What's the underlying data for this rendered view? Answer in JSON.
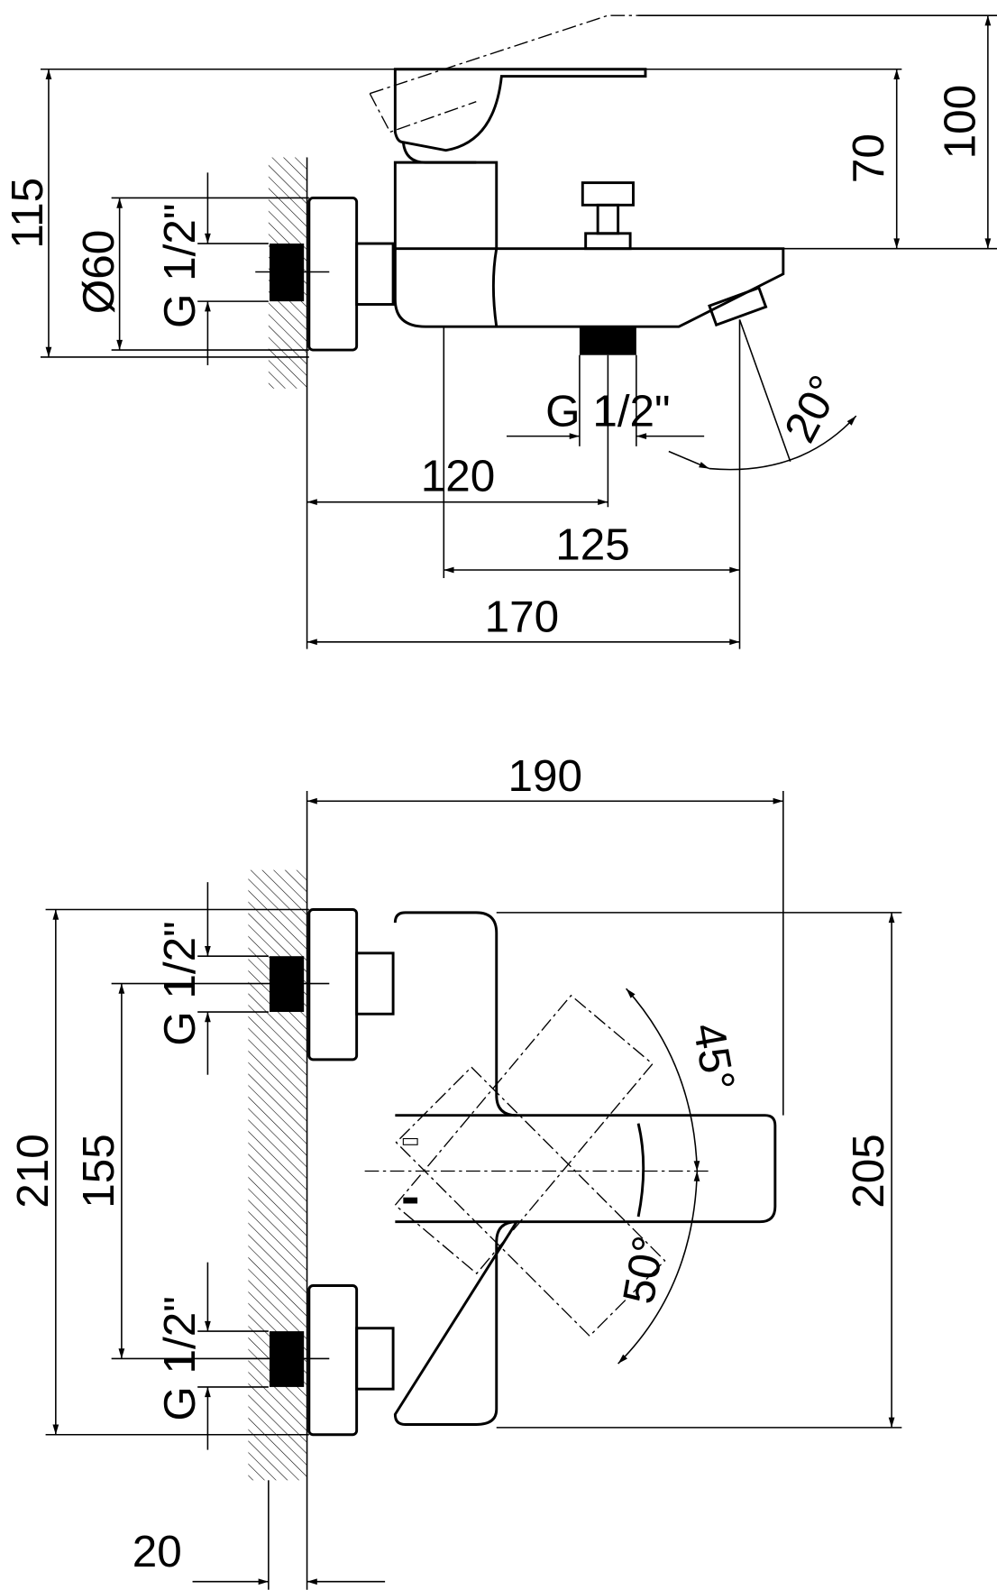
{
  "side_view": {
    "height_total": "115",
    "flange_diameter": "Ø60",
    "inlet_thread": "G 1/2\"",
    "lever_height": "70",
    "overall_height": "100",
    "outlet_thread": "G 1/2\"",
    "spout_angle": "20°",
    "dim_wall_to_outlet": "120",
    "dim_body_to_spout": "125",
    "dim_wall_to_spout": "170"
  },
  "top_view": {
    "overall_width": "190",
    "overall_length": "210",
    "inlet_spacing": "155",
    "body_length": "205",
    "inlet_thread_upper": "G 1/2\"",
    "inlet_thread_lower": "G 1/2\"",
    "lever_angle_up": "45°",
    "lever_angle_down": "50°",
    "wall_depth": "20"
  }
}
